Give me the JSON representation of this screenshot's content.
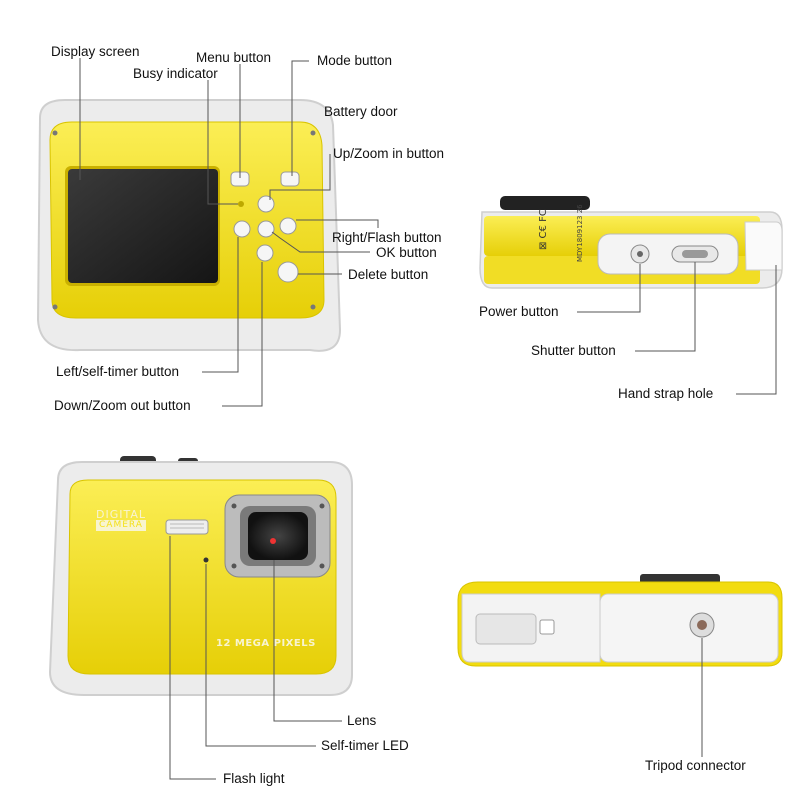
{
  "labels": {
    "display_screen": "Display screen",
    "menu_button": "Menu button",
    "mode_button": "Mode button",
    "busy_indicator": "Busy indicator",
    "battery_door": "Battery door",
    "up_zoom_in": "Up/Zoom in button",
    "right_flash": "Right/Flash button",
    "ok_button": "OK button",
    "delete_button": "Delete button",
    "left_self_timer": "Left/self-timer button",
    "down_zoom_out": "Down/Zoom out button",
    "power_button": "Power button",
    "shutter_button": "Shutter button",
    "hand_strap_hole": "Hand strap hole",
    "lens": "Lens",
    "self_timer_led": "Self-timer LED",
    "flash_light": "Flash light",
    "tripod_connector": "Tripod connector"
  },
  "camera_print": {
    "digital": "DIGITAL",
    "camera": "CAMERA",
    "megapixels": "12 MEGA PIXELS",
    "marks": "⊠ C€ FC",
    "serial": "MDY1809123 26"
  },
  "colors": {
    "body_yellow": "#f4e11a",
    "shell_white": "#ececec",
    "screen_dark": "#222222",
    "leader_line": "#555555"
  }
}
